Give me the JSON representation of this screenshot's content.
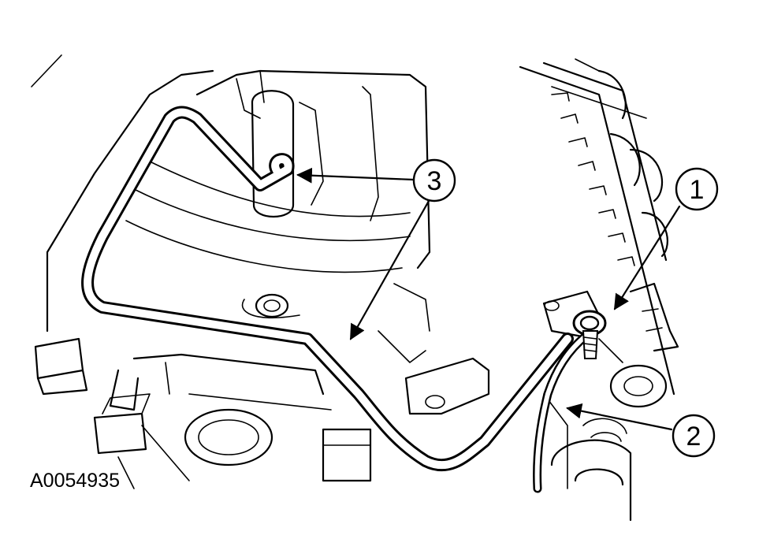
{
  "figure_id": "A0054935",
  "callouts": [
    {
      "label": "1",
      "part": "fastener"
    },
    {
      "label": "2",
      "part": "cable"
    },
    {
      "label": "3",
      "part": "tube"
    }
  ],
  "colors": {
    "line": "#000000",
    "background": "#ffffff"
  },
  "icons": [
    "arrow-icon"
  ]
}
